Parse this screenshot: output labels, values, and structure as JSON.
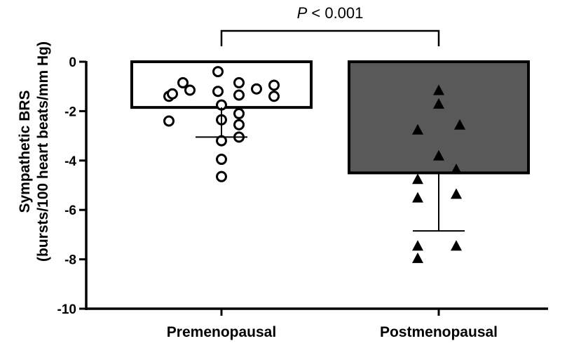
{
  "chart_data": {
    "type": "bar",
    "categories": [
      "Premenopausal",
      "Postmenopausal"
    ],
    "ylabel_lines": [
      "Sympathetic BRS",
      "(bursts/100 heart beats/mm Hg)"
    ],
    "xlabel": "",
    "ylim": [
      -10,
      0
    ],
    "yticks": [
      0,
      -2,
      -4,
      -6,
      -8,
      -10
    ],
    "ytick_labels": [
      "0",
      "-2",
      "-4",
      "-6",
      "-8",
      "-10"
    ],
    "bars": [
      {
        "category": "Premenopausal",
        "mean": -1.85,
        "sd": 1.2,
        "fill": "#ffffff",
        "marker": "circle",
        "points": [
          {
            "x": -0.75,
            "y": -1.4
          },
          {
            "x": -0.75,
            "y": -2.4
          },
          {
            "x": -0.7,
            "y": -1.3
          },
          {
            "x": -0.55,
            "y": -0.85
          },
          {
            "x": -0.45,
            "y": -1.15
          },
          {
            "x": -0.05,
            "y": -0.4
          },
          {
            "x": -0.05,
            "y": -1.2
          },
          {
            "x": 0.0,
            "y": -1.75
          },
          {
            "x": 0.0,
            "y": -2.35
          },
          {
            "x": 0.0,
            "y": -3.2
          },
          {
            "x": 0.0,
            "y": -3.95
          },
          {
            "x": 0.0,
            "y": -4.65
          },
          {
            "x": 0.25,
            "y": -0.85
          },
          {
            "x": 0.25,
            "y": -1.35
          },
          {
            "x": 0.25,
            "y": -2.1
          },
          {
            "x": 0.25,
            "y": -2.55
          },
          {
            "x": 0.25,
            "y": -3.05
          },
          {
            "x": 0.5,
            "y": -1.1
          },
          {
            "x": 0.75,
            "y": -0.95
          },
          {
            "x": 0.75,
            "y": -1.4
          }
        ]
      },
      {
        "category": "Postmenopausal",
        "mean": -4.5,
        "sd": 2.35,
        "fill": "#595959",
        "marker": "triangle",
        "points": [
          {
            "x": 0.0,
            "y": -1.15
          },
          {
            "x": 0.0,
            "y": -1.7
          },
          {
            "x": 0.0,
            "y": -3.8
          },
          {
            "x": -0.3,
            "y": -2.75
          },
          {
            "x": 0.3,
            "y": -2.55
          },
          {
            "x": 0.25,
            "y": -4.35
          },
          {
            "x": -0.3,
            "y": -4.75
          },
          {
            "x": -0.3,
            "y": -5.5
          },
          {
            "x": 0.25,
            "y": -5.35
          },
          {
            "x": -0.3,
            "y": -7.45
          },
          {
            "x": 0.25,
            "y": -7.45
          },
          {
            "x": -0.3,
            "y": -7.95
          }
        ]
      }
    ],
    "annotation": {
      "text_italic": "P",
      "text_rest": " < 0.001",
      "between": [
        "Premenopausal",
        "Postmenopausal"
      ]
    }
  }
}
